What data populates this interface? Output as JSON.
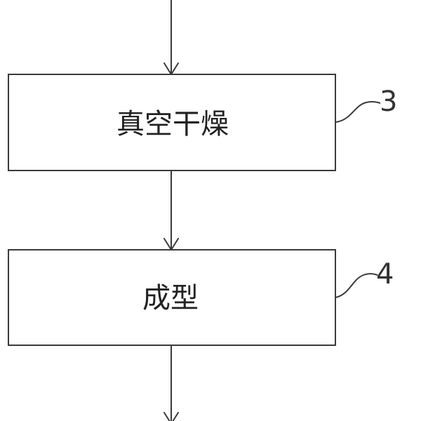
{
  "flowchart": {
    "steps": [
      {
        "label": "真空干燥",
        "ref": "3"
      },
      {
        "label": "成型",
        "ref": "4"
      }
    ]
  }
}
